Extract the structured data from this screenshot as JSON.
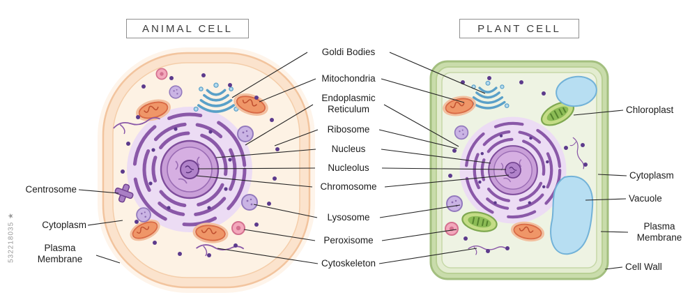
{
  "titles": {
    "animal": "ANIMAL CELL",
    "plant": "PLANT CELL"
  },
  "labels": {
    "center": {
      "golgi": "Goldi Bodies",
      "mitochondria": "Mitochondria",
      "er": "Endoplasmic Reticulum",
      "ribosome": "Ribosome",
      "nucleus": "Nucleus",
      "nucleolus": "Nucleolus",
      "chromosome": "Chromosome",
      "lysosome": "Lysosome",
      "peroxisome": "Peroxisome",
      "cytoskeleton": "Cytoskeleton"
    },
    "left": {
      "centrosome": "Centrosome",
      "cytoplasm": "Cytoplasm",
      "plasma_membrane": "Plasma Membrane"
    },
    "right": {
      "chloroplast": "Chloroplast",
      "cytoplasm": "Cytoplasm",
      "vacuole": "Vacuole",
      "plasma_membrane": "Plasma Membrane",
      "cell_wall": "Cell Wall"
    }
  },
  "watermark": {
    "id": "532218035",
    "star": "★"
  },
  "colors": {
    "animal_membrane": "#f2c49e",
    "animal_cytoplasm": "#fdf2e4",
    "plant_cell_wall": "#a3bf7f",
    "plant_cytoplasm": "#eef3e3",
    "nucleus": "#c99fd8",
    "endoplasmic_reticulum": "#8a58a8",
    "golgi": "#5aa0c8",
    "mitochondrion": "#ef9668",
    "chloroplast": "#8bbb55",
    "vacuole": "#b7def2",
    "lysosome": "#cab4e4",
    "peroxisome": "#f3a8bc"
  }
}
